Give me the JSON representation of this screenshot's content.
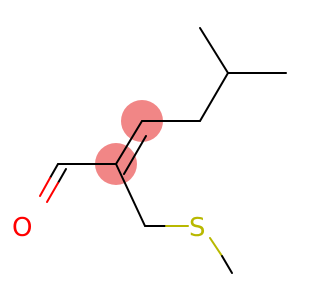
{
  "molecule": {
    "atoms": [
      {
        "id": "O1",
        "symbol": "O",
        "label": "O",
        "color": "#ff0000"
      },
      {
        "id": "S1",
        "symbol": "S",
        "label": "S",
        "color": "#b8b800"
      }
    ],
    "highlight_color": "#f08080",
    "bond_color": "#000000"
  }
}
